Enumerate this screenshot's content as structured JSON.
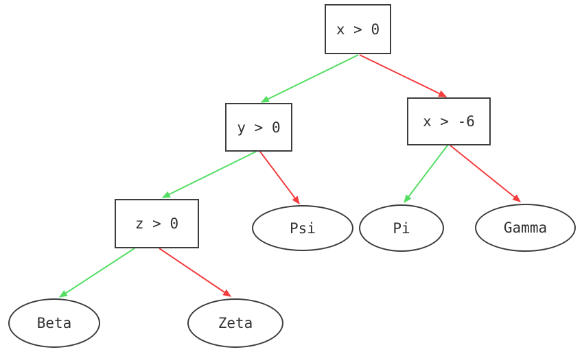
{
  "diagram": {
    "type": "decision-tree",
    "colors": {
      "true_branch": "#53de63",
      "false_branch": "#f43b3e",
      "node_border": "#3c3c3c",
      "text": "#303030",
      "background": "#ffffff"
    },
    "nodes": {
      "root": {
        "label": "x > 0",
        "shape": "box"
      },
      "y0": {
        "label": "y > 0",
        "shape": "box"
      },
      "xm6": {
        "label": "x > -6",
        "shape": "box"
      },
      "z0": {
        "label": "z > 0",
        "shape": "box"
      },
      "psi": {
        "label": "Psi",
        "shape": "ellipse"
      },
      "pi": {
        "label": "Pi",
        "shape": "ellipse"
      },
      "gamma": {
        "label": "Gamma",
        "shape": "ellipse"
      },
      "beta": {
        "label": "Beta",
        "shape": "ellipse"
      },
      "zeta": {
        "label": "Zeta",
        "shape": "ellipse"
      }
    },
    "edges": [
      {
        "from": "x > 0",
        "to": "y > 0",
        "branch": "true"
      },
      {
        "from": "x > 0",
        "to": "x > -6",
        "branch": "false"
      },
      {
        "from": "y > 0",
        "to": "z > 0",
        "branch": "true"
      },
      {
        "from": "y > 0",
        "to": "Psi",
        "branch": "false"
      },
      {
        "from": "x > -6",
        "to": "Pi",
        "branch": "true"
      },
      {
        "from": "x > -6",
        "to": "Gamma",
        "branch": "false"
      },
      {
        "from": "z > 0",
        "to": "Beta",
        "branch": "true"
      },
      {
        "from": "z > 0",
        "to": "Zeta",
        "branch": "false"
      }
    ]
  }
}
